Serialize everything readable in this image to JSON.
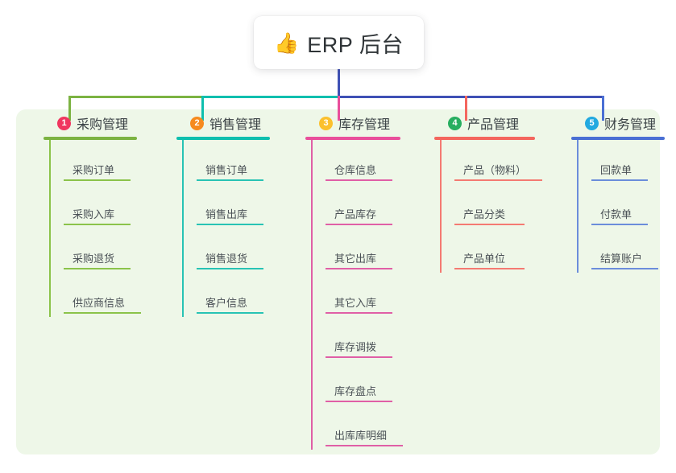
{
  "header": {
    "emoji": "👍",
    "emoji_name": "thumbs-up-icon",
    "title": "ERP 后台"
  },
  "colors": {
    "panel_bg": "#eef7e8",
    "card_bg": "#ffffff",
    "title_text": "#2f3437",
    "bus_green": "#7cb342",
    "bus_teal": "#0fbfae",
    "bus_indigo": "#3f51b5",
    "drop_green": "#7cb342",
    "drop_teal": "#0fbfae",
    "drop_pink": "#e94f9b",
    "drop_red": "#f4665e",
    "drop_blue": "#4a6fd4",
    "stem_indigo": "#3f51b5"
  },
  "diagram": {
    "type": "org-tree",
    "columns": [
      {
        "index": "1",
        "badge_color": "#f0365f",
        "accent": "#7cb342",
        "title": "采购管理",
        "items": [
          "采购订单",
          "采购入库",
          "采购退货",
          "供应商信息"
        ]
      },
      {
        "index": "2",
        "badge_color": "#f68a1e",
        "accent": "#0fbfae",
        "title": "销售管理",
        "items": [
          "销售订单",
          "销售出库",
          "销售退货",
          "客户信息"
        ]
      },
      {
        "index": "3",
        "badge_color": "#fbc02d",
        "accent": "#e94f9b",
        "title": "库存管理",
        "items": [
          "仓库信息",
          "产品库存",
          "其它出库",
          "其它入库",
          "库存调拨",
          "库存盘点",
          "出库库明细"
        ]
      },
      {
        "index": "4",
        "badge_color": "#27ae60",
        "accent": "#f4665e",
        "title": "产品管理",
        "items": [
          "产品（物料）",
          "产品分类",
          "产品单位"
        ]
      },
      {
        "index": "5",
        "badge_color": "#22a9e0",
        "accent": "#4a6fd4",
        "title": "财务管理",
        "items": [
          "回款单",
          "付款单",
          "结算账户"
        ]
      }
    ]
  }
}
